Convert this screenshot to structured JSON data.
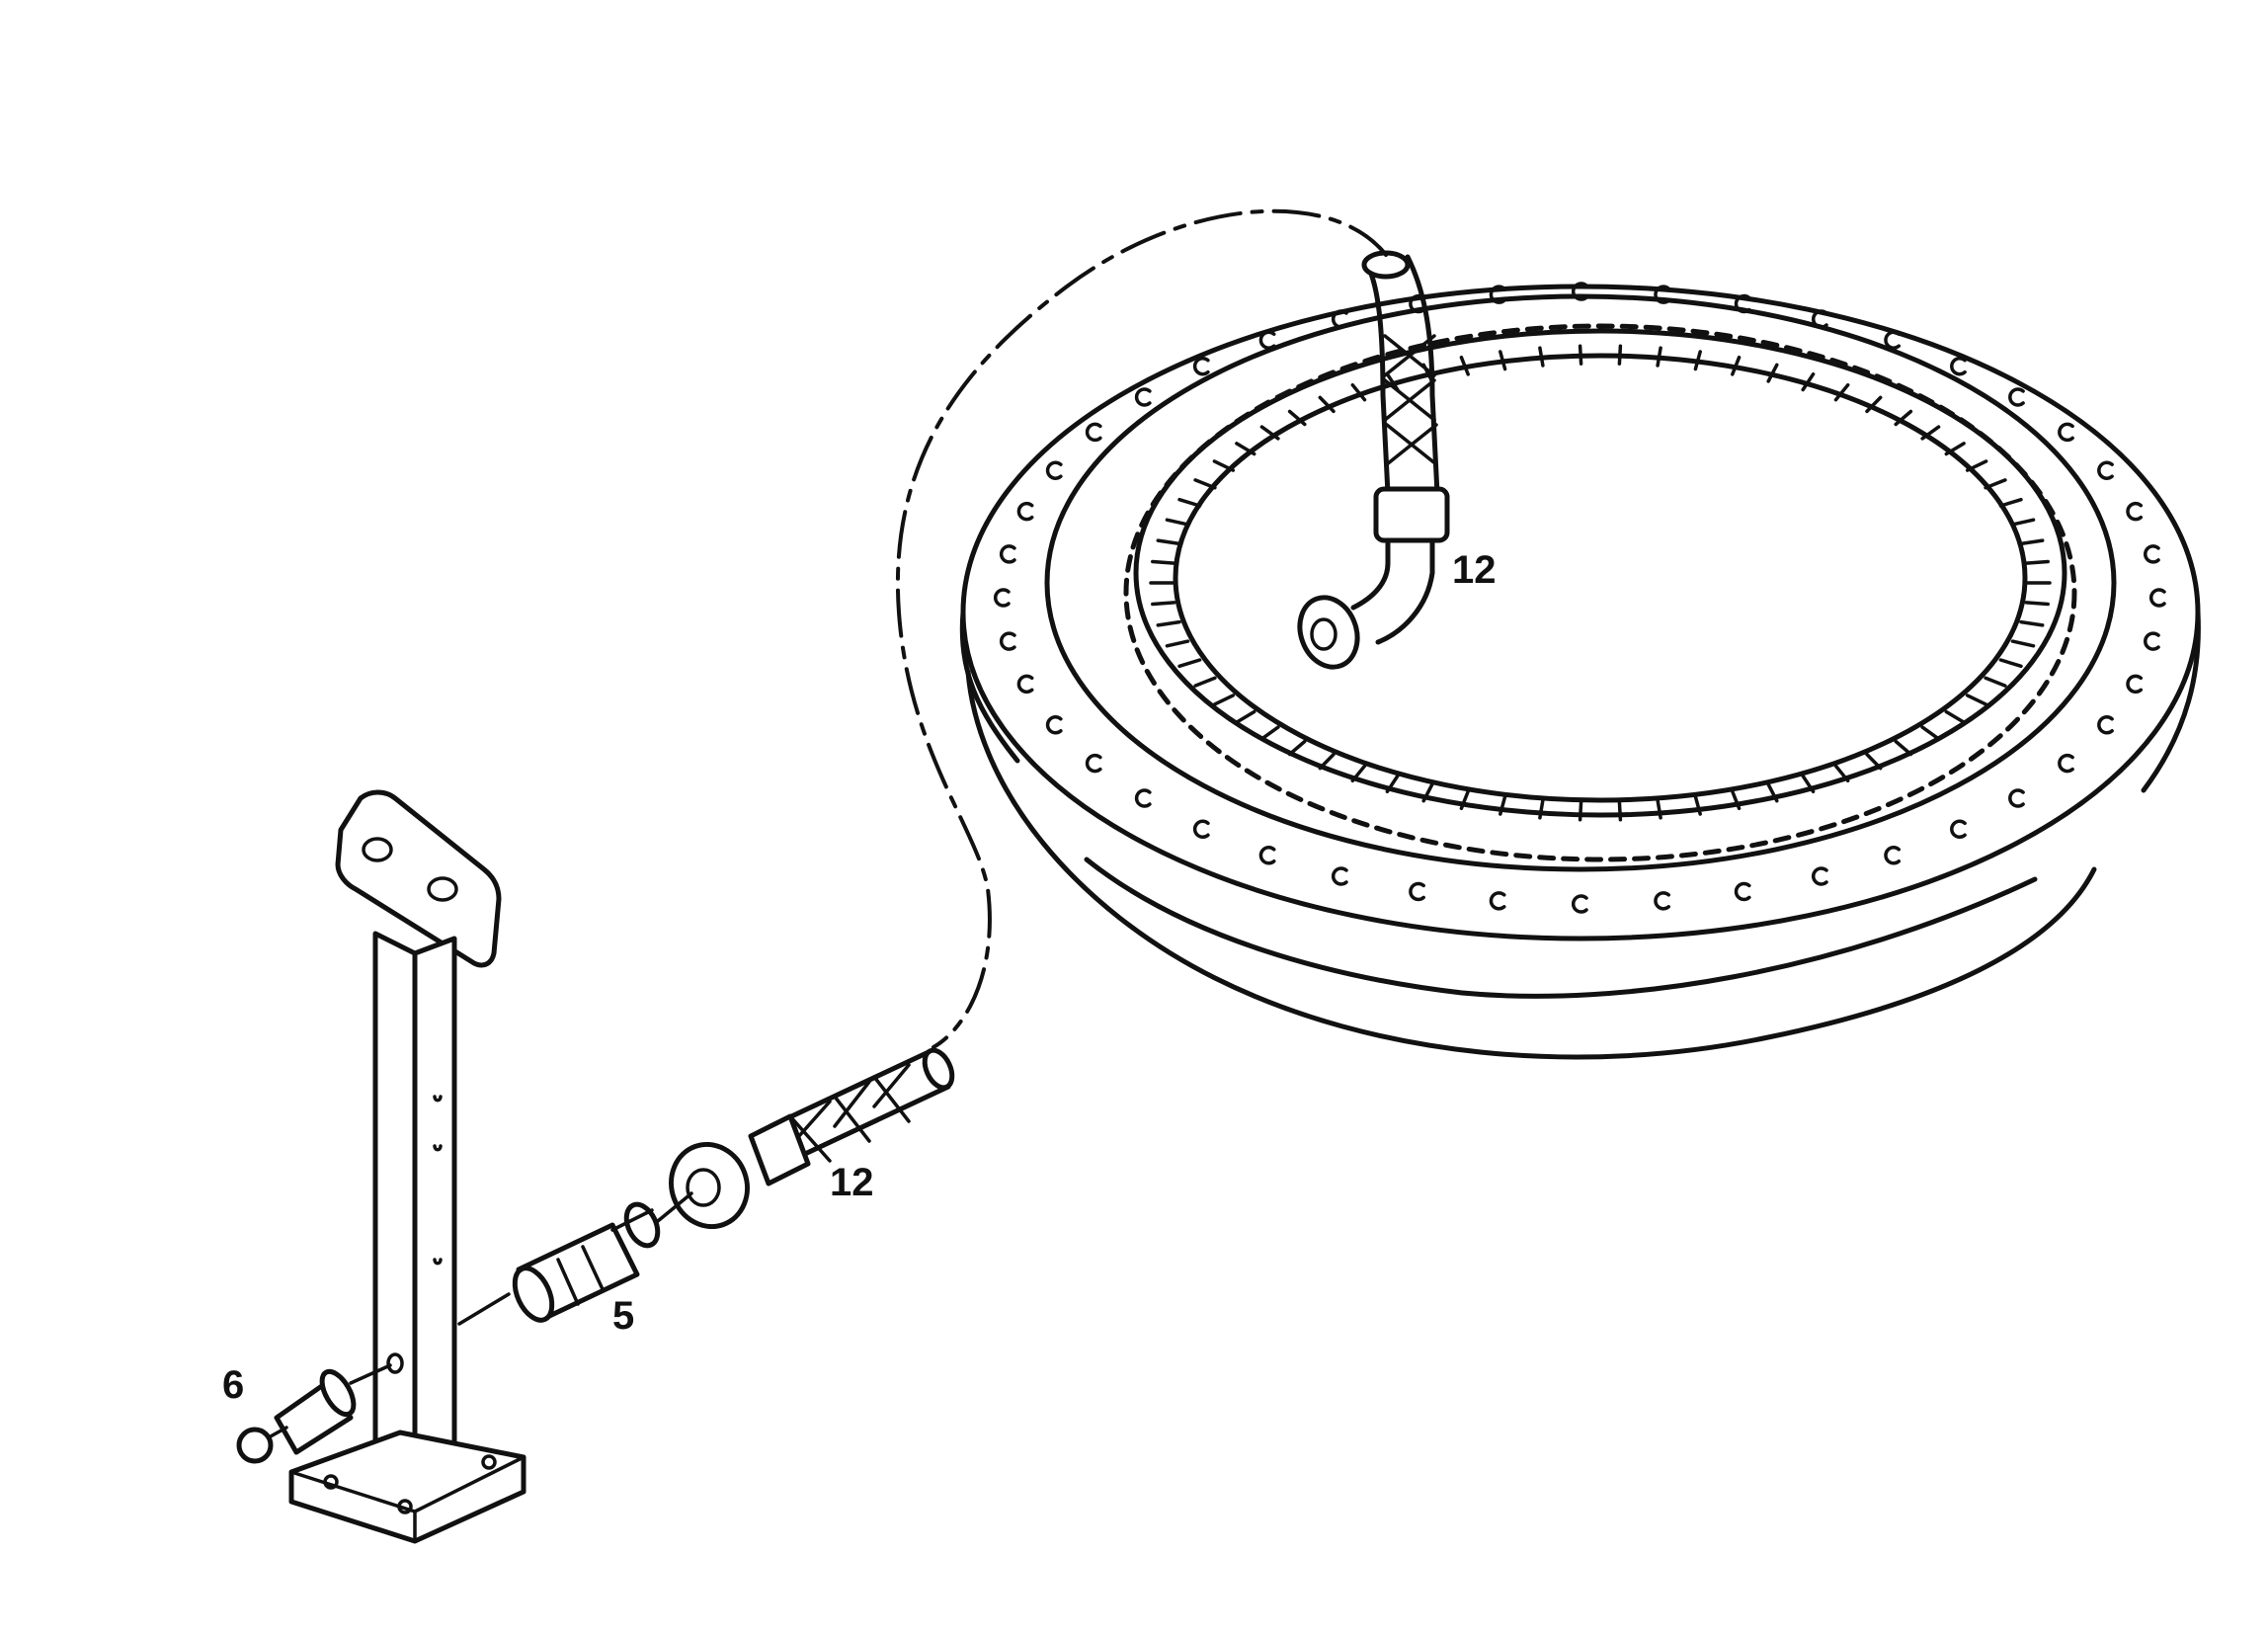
{
  "callouts": {
    "hose_top": "12",
    "hose_bottom": "12",
    "nipple": "5",
    "grease_fitting": "6"
  }
}
